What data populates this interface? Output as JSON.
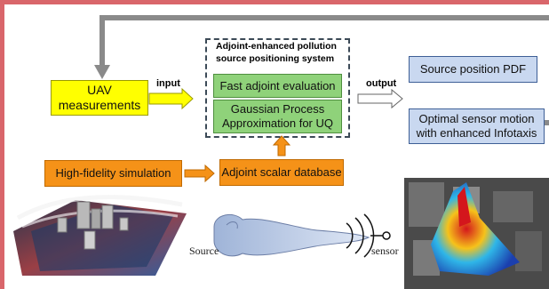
{
  "diagram": {
    "uav_box": "UAV\nmeasurements",
    "input_label": "input",
    "system_title": "Adjoint-enhanced pollution\nsource positioning system",
    "fast_adjoint_box": "Fast adjoint evaluation",
    "gp_box": "Gaussian Process\nApproximation for UQ",
    "output_label": "output",
    "source_pdf_box": "Source position PDF",
    "sensor_motion_box": "Optimal sensor motion\nwith enhanced Infotaxis",
    "hifi_box": "High-fidelity simulation",
    "adjoint_db_box": "Adjoint scalar database",
    "source_label": "Source",
    "sensor_label": "sensor"
  },
  "colors": {
    "frame": "#d9666b",
    "yellow": "#ffff00",
    "green": "#8fd27a",
    "orange": "#f59218",
    "blue": "#c9d8f0",
    "feedback_arrow": "#8a8a8a"
  }
}
